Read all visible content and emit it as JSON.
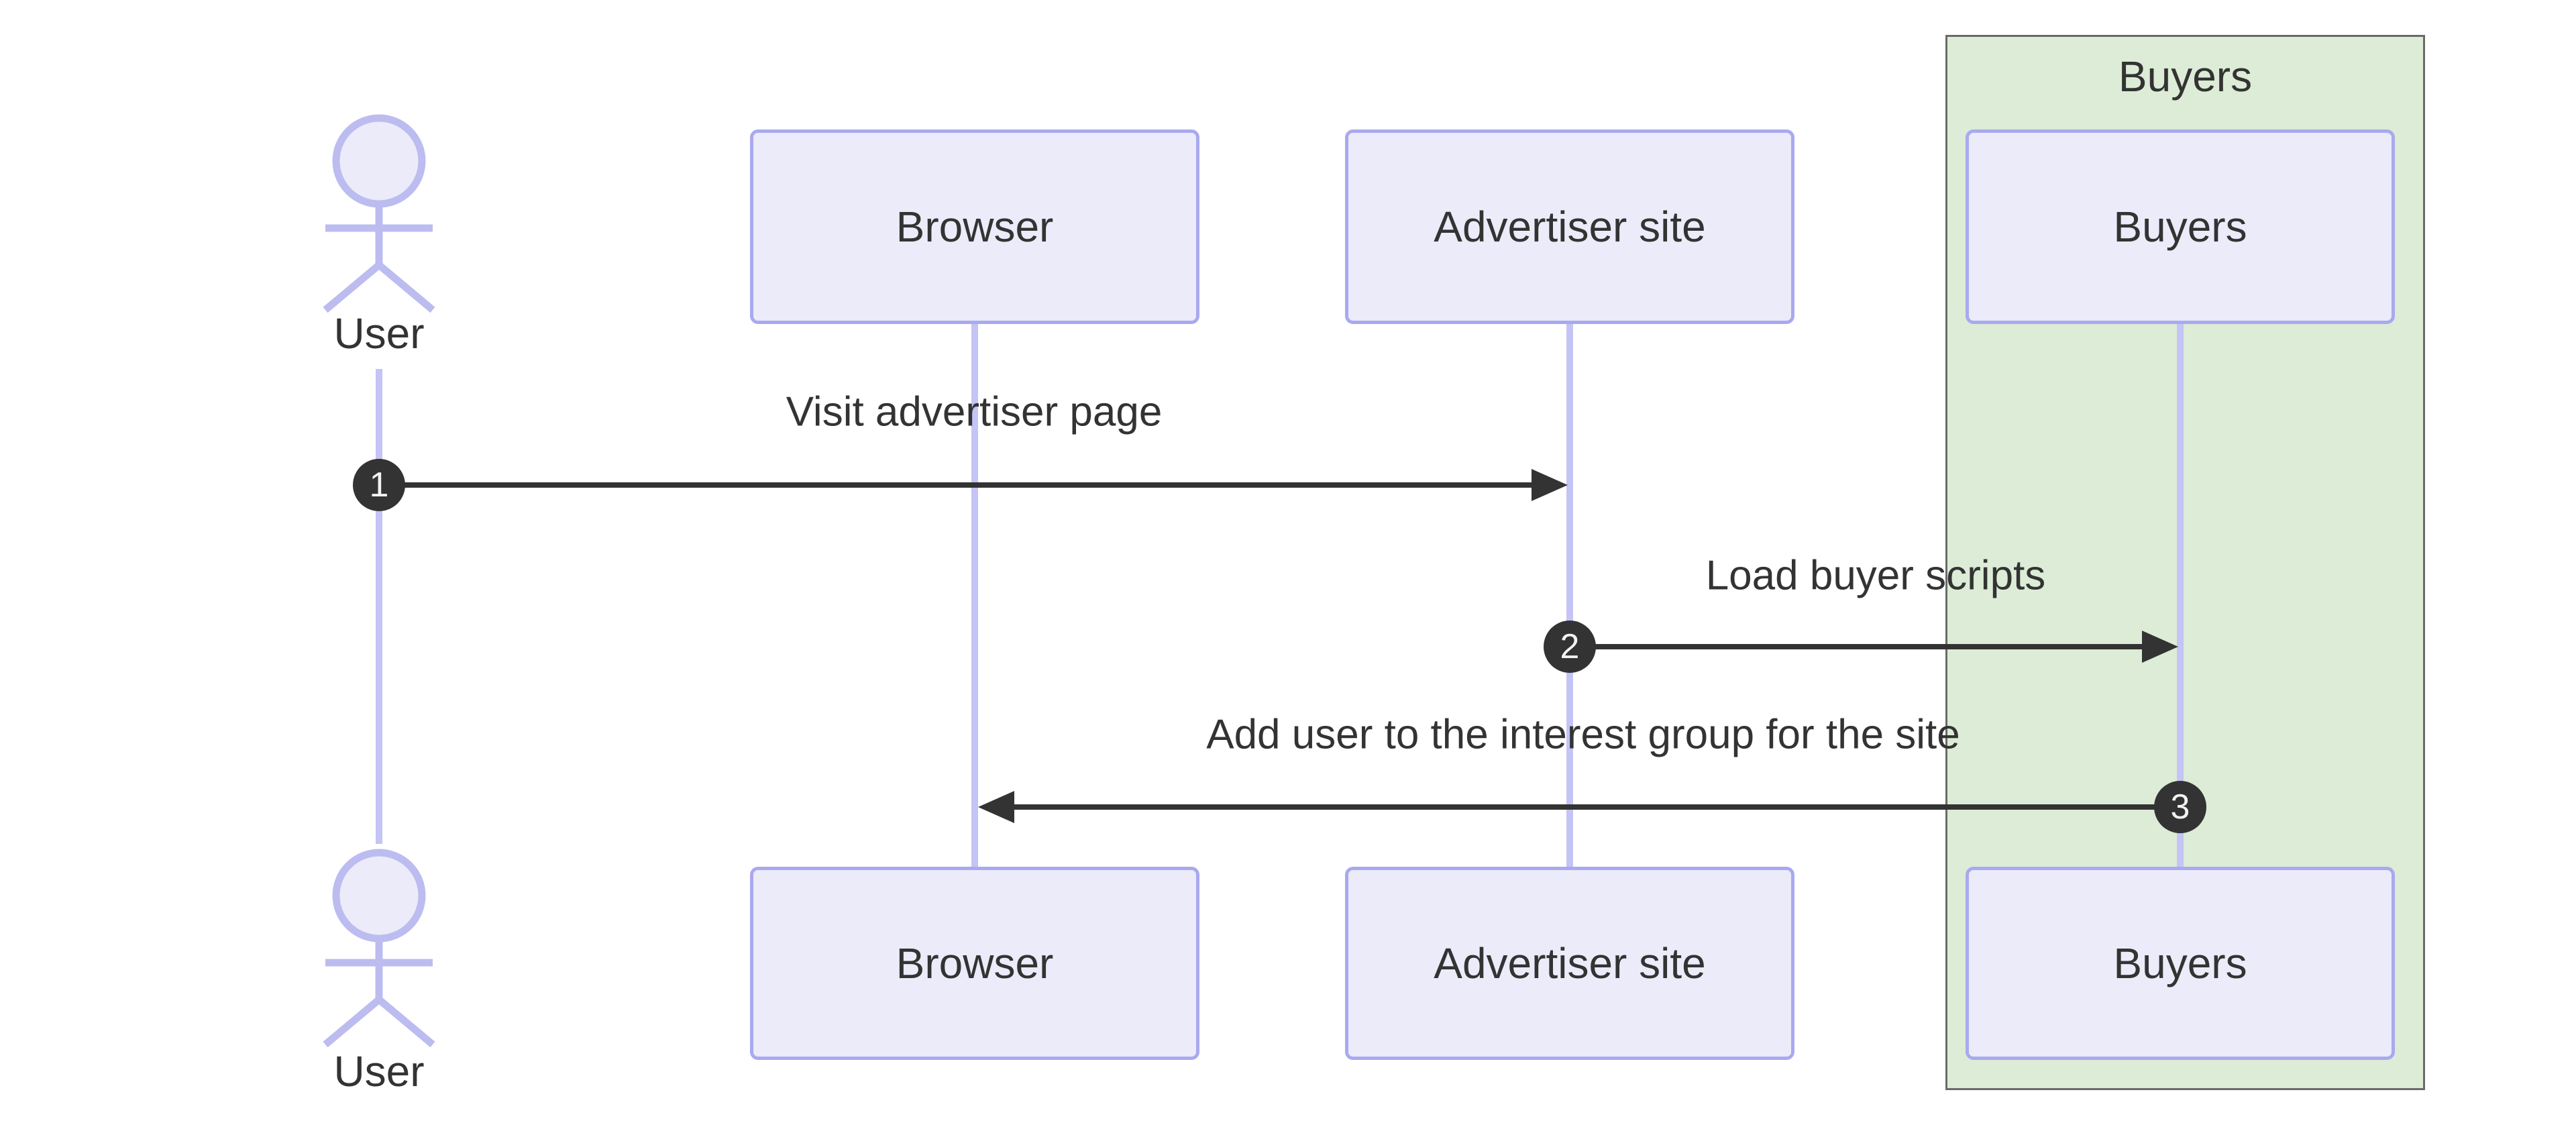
{
  "diagram": {
    "type": "sequence",
    "participants": [
      {
        "id": "user",
        "label": "User",
        "kind": "actor"
      },
      {
        "id": "browser",
        "label": "Browser",
        "kind": "participant"
      },
      {
        "id": "advertiser_site",
        "label": "Advertiser site",
        "kind": "participant"
      },
      {
        "id": "buyers",
        "label": "Buyers",
        "kind": "participant"
      }
    ],
    "group": {
      "label": "Buyers"
    },
    "messages": [
      {
        "seq": "1",
        "text": "Visit advertiser page",
        "from": "User",
        "to": "Advertiser site",
        "direction": "right"
      },
      {
        "seq": "2",
        "text": "Load buyer scripts",
        "from": "Advertiser site",
        "to": "Buyers",
        "direction": "right"
      },
      {
        "seq": "3",
        "text": "Add user to the interest group for the site",
        "from": "Buyers",
        "to": "Browser",
        "direction": "left"
      }
    ],
    "colors": {
      "participant_fill": "#ebebfa",
      "participant_border": "#a9a9f0",
      "lifeline": "#c4c4f6",
      "actor_stroke": "#bcbcf0",
      "group_fill": "#dcecd6",
      "group_border": "#6a6a6a",
      "text": "#333333",
      "arrow": "#333333",
      "badge_fill": "#333333",
      "badge_text": "#f2f2f2"
    }
  }
}
